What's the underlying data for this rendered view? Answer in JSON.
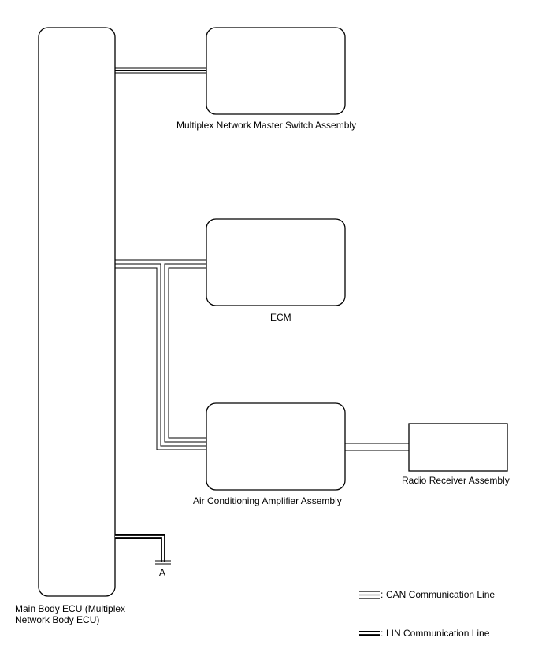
{
  "components": {
    "main_body_ecu": {
      "label_line1": "Main Body ECU (Multiplex",
      "label_line2": "Network Body ECU)"
    },
    "master_switch": {
      "label": "Multiplex Network Master Switch Assembly"
    },
    "ecm": {
      "label": "ECM"
    },
    "ac_amplifier": {
      "label": "Air Conditioning Amplifier Assembly"
    },
    "radio_receiver": {
      "label": "Radio Receiver Assembly"
    }
  },
  "connector": {
    "label": "A"
  },
  "legend": {
    "can": "CAN Communication Line",
    "lin": "LIN Communication Line"
  }
}
